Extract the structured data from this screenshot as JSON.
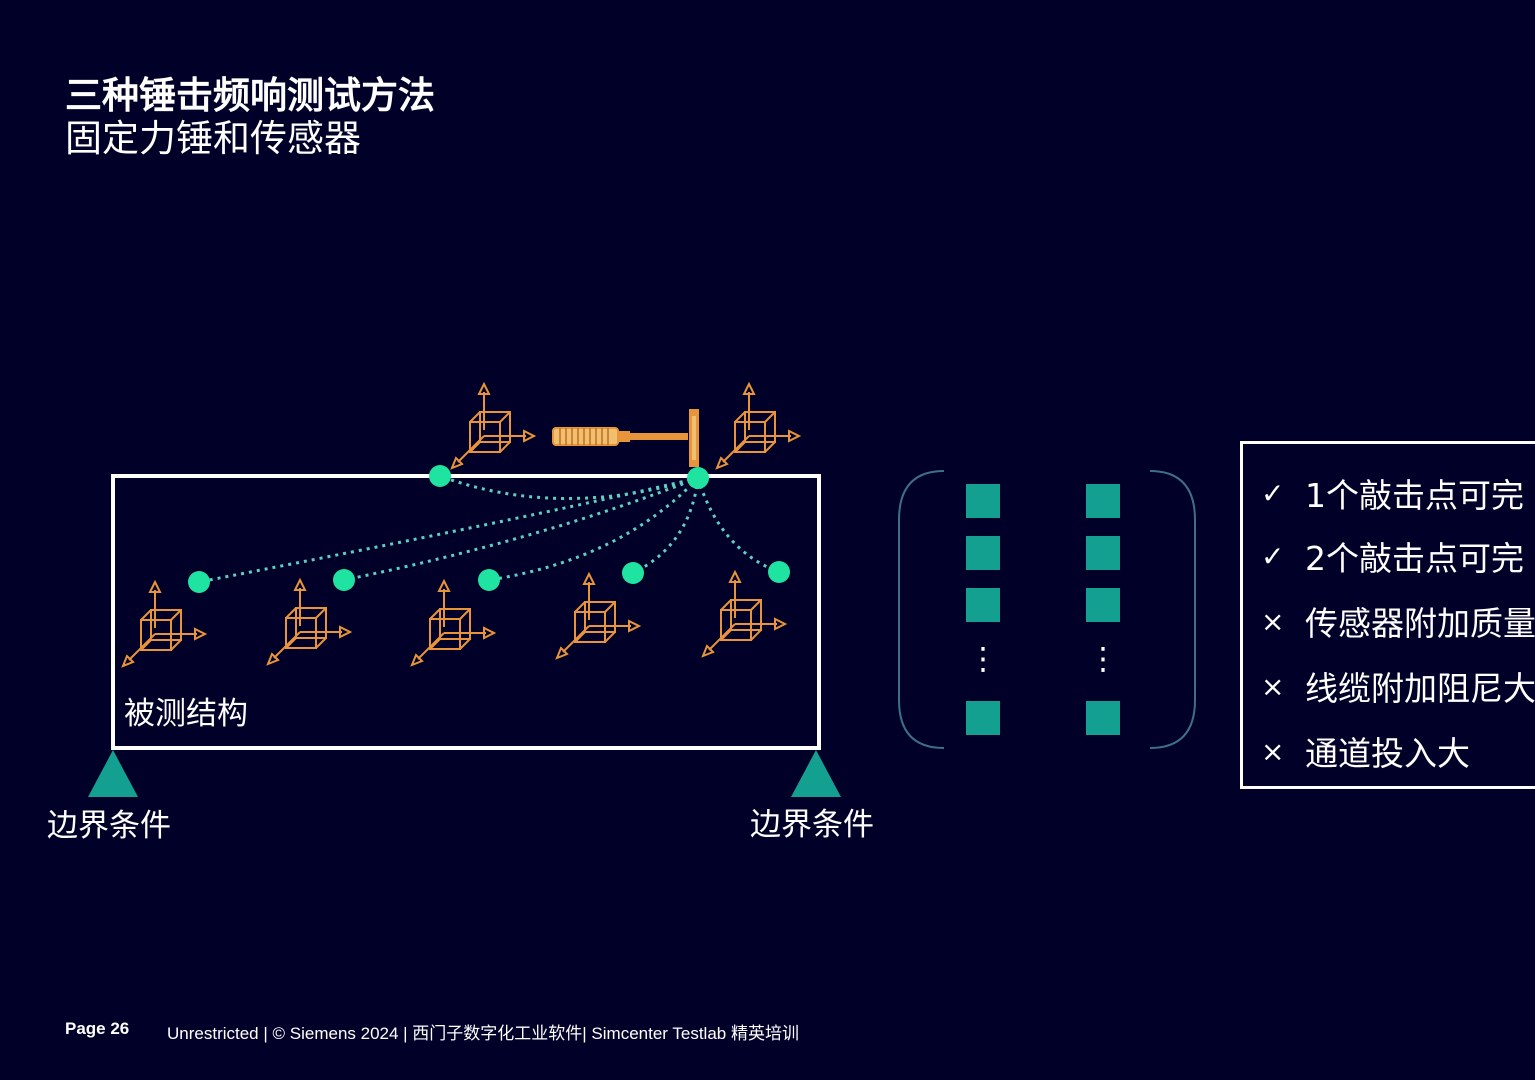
{
  "header": {
    "title": "三种锤击频响测试方法",
    "subtitle": "固定力锤和传感器"
  },
  "diagram": {
    "structure_label": "被测结构",
    "boundary_left_label": "边界条件",
    "boundary_right_label": "边界条件",
    "matrix_dots_left": "⋮",
    "matrix_dots_right": "⋮",
    "colors": {
      "sensor": "#e8943a",
      "point": "#1fe3a0",
      "link": "#5fd0c0",
      "matrix_cell": "#14a090",
      "support": "#14a090",
      "bracket": "#3f6f86",
      "hammer": "#e8943a"
    },
    "icons": [
      "triaxial-sensor-icon",
      "impact-hammer-icon",
      "support-triangle-icon"
    ]
  },
  "checklist": {
    "items": [
      {
        "mark": "✓",
        "text": "1个敲击点可完"
      },
      {
        "mark": "✓",
        "text": "2个敲击点可完"
      },
      {
        "mark": "×",
        "text": "传感器附加质量"
      },
      {
        "mark": "×",
        "text": "线缆附加阻尼大"
      },
      {
        "mark": "×",
        "text": "通道投入大"
      }
    ]
  },
  "footer": {
    "page": "Page 26",
    "note": "Unrestricted | © Siemens 2024 | 西门子数字化工业软件| Simcenter Testlab 精英培训"
  }
}
